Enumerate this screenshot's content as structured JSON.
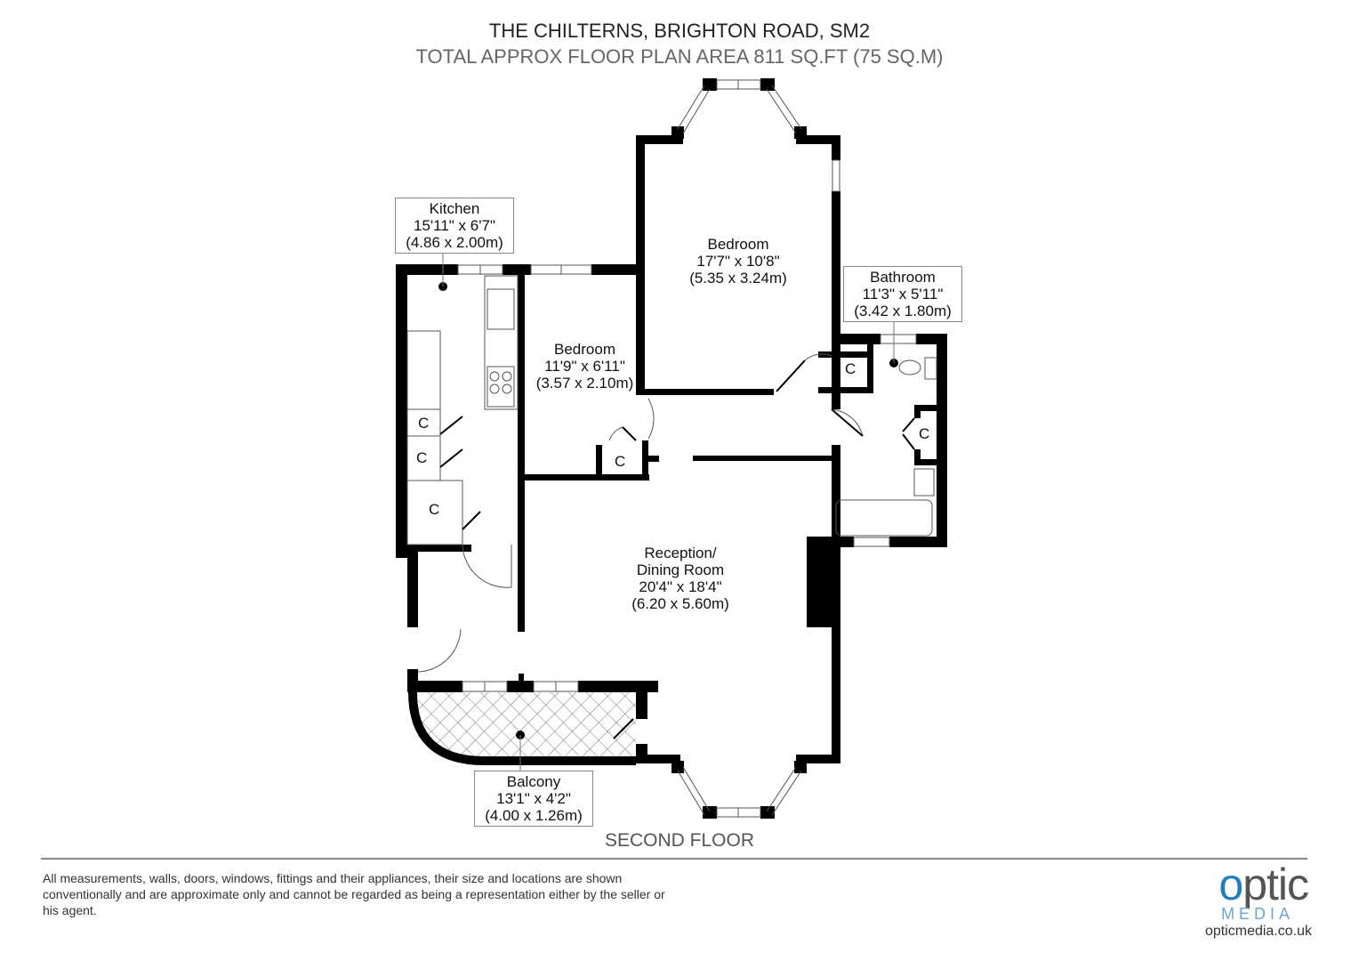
{
  "header": {
    "title": "THE CHILTERNS, BRIGHTON ROAD, SM2",
    "subtitle": "TOTAL APPROX FLOOR PLAN AREA 811 SQ.FT (75 SQ.M)"
  },
  "rooms": [
    {
      "name": "Kitchen",
      "imperial": "15'11\" x 6'7\"",
      "metric": "(4.86 x 2.00m)"
    },
    {
      "name": "Bedroom",
      "imperial": "17'7\" x 10'8\"",
      "metric": "(5.35 x 3.24m)"
    },
    {
      "name": "Bedroom",
      "imperial": "11'9\" x 6'11\"",
      "metric": "(3.57 x 2.10m)"
    },
    {
      "name": "Bathroom",
      "imperial": "11'3\" x 5'11\"",
      "metric": "(3.42 x 1.80m)"
    },
    {
      "name": "Reception/",
      "name2": "Dining Room",
      "imperial": "20'4\" x 18'4\"",
      "metric": "(6.20 x 5.60m)"
    },
    {
      "name": "Balcony",
      "imperial": "13'1\" x 4'2\"",
      "metric": "(4.00 x 1.26m)"
    }
  ],
  "cupboard_label": "C",
  "floor_label": "SECOND FLOOR",
  "footer": {
    "disclaimer": "All measurements, walls, doors, windows, fittings and their appliances, their size and locations are shown conventionally and are approximate only and cannot be regarded as being a representation either by the seller or his agent.",
    "logo_o": "o",
    "logo_rest": "ptic",
    "logo_media": "MEDIA",
    "logo_url": "opticmedia.co.uk"
  },
  "colors": {
    "wall": "#000000",
    "accent": "#1f7fbf"
  }
}
